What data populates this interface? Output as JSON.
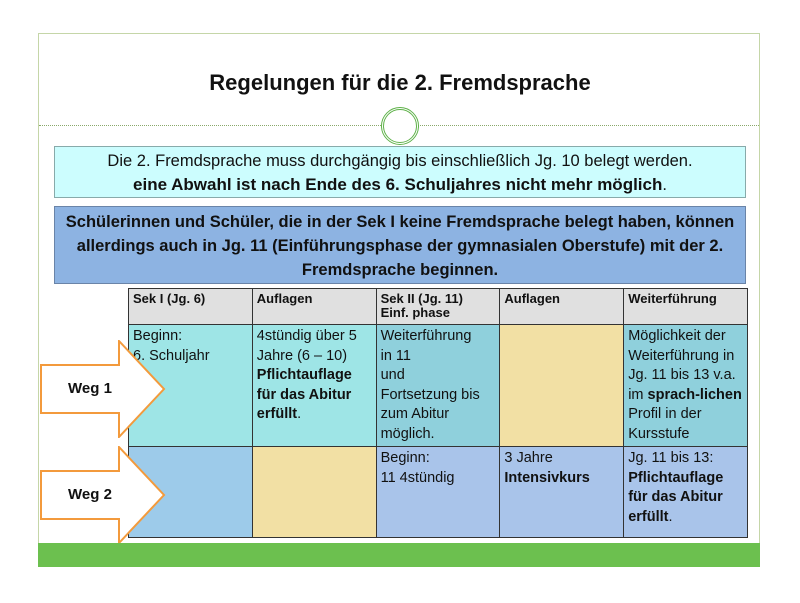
{
  "title": "Regelungen für die 2. Fremdsprache",
  "box1": {
    "line1": "Die 2. Fremdsprache muss durchgängig bis einschließlich Jg. 10 belegt werden.",
    "line2_bold": "eine Abwahl ist nach Ende des 6. Schuljahres nicht mehr möglich",
    "line2_end": "."
  },
  "box2": {
    "text": "Schülerinnen und Schüler, die in der Sek I keine Fremdsprache belegt haben, können allerdings auch in Jg. 11 (Einführungsphase der gymnasialen Oberstufe) mit der 2. Fremdsprache beginnen."
  },
  "colors": {
    "header": "#e0e0e0",
    "cyan": "#9ee5e6",
    "teal": "#8fd0dc",
    "sand": "#f2e0a4",
    "lightblue": "#9dcbea",
    "blue": "#a9c4ea",
    "green": "#6cc04f",
    "arrow": "#f39a3c"
  },
  "table": {
    "headers": [
      "Sek I (Jg. 6)",
      "Auflagen",
      "Sek II (Jg. 11)\nEinf. phase",
      "Auflagen",
      "Weiterführung"
    ],
    "rows": [
      {
        "arrow": "Weg 1",
        "cells": [
          {
            "bg": "cyan",
            "runs": [
              {
                "t": "Beginn:\n6. Schuljahr"
              }
            ]
          },
          {
            "bg": "cyan",
            "runs": [
              {
                "t": "4stündig über 5 Jahre (6 – 10)\n"
              },
              {
                "t": "Pflichtauflage für das Abitur erfüllt",
                "b": true
              },
              {
                "t": "."
              }
            ]
          },
          {
            "bg": "teal",
            "runs": [
              {
                "t": "Weiterführung\nin 11\nund\nFortsetzung bis zum Abitur möglich."
              }
            ]
          },
          {
            "bg": "sand",
            "runs": []
          },
          {
            "bg": "teal",
            "runs": [
              {
                "t": "Möglichkeit der Weiterführung in Jg. 11 bis 13 v.a. im "
              },
              {
                "t": "sprach-lichen",
                "b": true
              },
              {
                "t": " Profil in der Kursstufe"
              }
            ]
          }
        ]
      },
      {
        "arrow": "Weg 2",
        "cells": [
          {
            "bg": "lightblue",
            "runs": []
          },
          {
            "bg": "sand",
            "runs": []
          },
          {
            "bg": "blue",
            "runs": [
              {
                "t": "Beginn:\n11 4stündig"
              }
            ]
          },
          {
            "bg": "blue",
            "runs": [
              {
                "t": "3 Jahre\n"
              },
              {
                "t": "Intensivkurs",
                "b": true
              }
            ]
          },
          {
            "bg": "blue",
            "runs": [
              {
                "t": "Jg. 11 bis 13:\n"
              },
              {
                "t": "Pflichtauflage für das Abitur erfüllt",
                "b": true
              },
              {
                "t": "."
              }
            ]
          }
        ]
      }
    ]
  }
}
